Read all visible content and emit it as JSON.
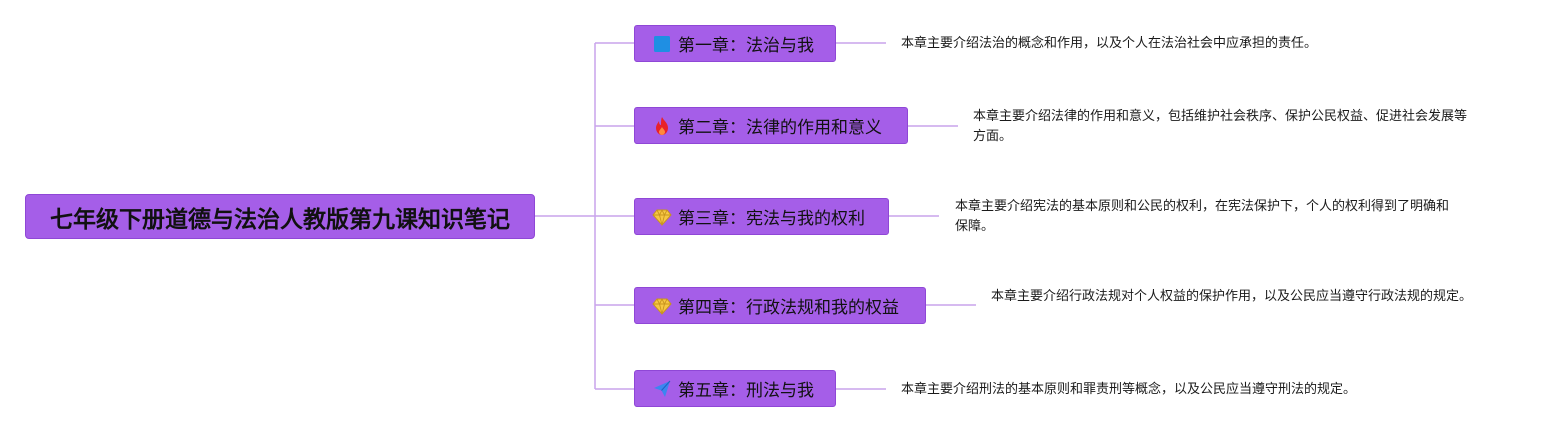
{
  "root": {
    "title": "七年级下册道德与法治人教版第九课知识笔记"
  },
  "chapters": [
    {
      "label": "第一章：法治与我",
      "icon": "blue-square-icon",
      "description": "本章主要介绍法治的概念和作用，以及个人在法治社会中应承担的责任。"
    },
    {
      "label": "第二章：法律的作用和意义",
      "icon": "fire-icon",
      "description": "本章主要介绍法律的作用和意义，包括维护社会秩序、保护公民权益、促进社会发展等方面。"
    },
    {
      "label": "第三章：宪法与我的权利",
      "icon": "diamond-icon",
      "description": "本章主要介绍宪法的基本原则和公民的权利，在宪法保护下，个人的权利得到了明确和保障。"
    },
    {
      "label": "第四章：行政法规和我的权益",
      "icon": "diamond-icon",
      "description": "本章主要介绍行政法规对个人权益的保护作用，以及公民应当遵守行政法规的规定。"
    },
    {
      "label": "第五章：刑法与我",
      "icon": "paper-plane-icon",
      "description": "本章主要介绍刑法的基本原则和罪责刑等概念，以及公民应当遵守刑法的规定。"
    }
  ],
  "colors": {
    "node_fill": "#a55ee8",
    "node_border": "#8f47d6",
    "connector": "#c9a4ec",
    "text": "#111111"
  }
}
